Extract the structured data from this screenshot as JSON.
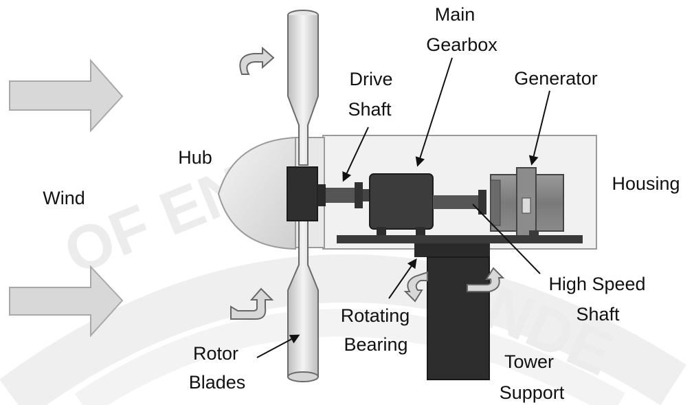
{
  "labels": {
    "main_gearbox_1": "Main",
    "main_gearbox_2": "Gearbox",
    "drive_shaft_1": "Drive",
    "drive_shaft_2": "Shaft",
    "generator": "Generator",
    "hub": "Hub",
    "housing": "Housing",
    "wind": "Wind",
    "high_speed_shaft_1": "High Speed",
    "high_speed_shaft_2": "Shaft",
    "rotating_bearing_1": "Rotating",
    "rotating_bearing_2": "Bearing",
    "rotor_blades_1": "Rotor",
    "rotor_blades_2": "Blades",
    "tower_support_1": "Tower",
    "tower_support_2": "Support"
  },
  "watermark": {
    "text_left": "OF ENGI",
    "text_right": "NDE"
  },
  "colors": {
    "arrow_fill": "#d8d8d8",
    "component_dark": "#3a3a3a",
    "housing_fill": "#f0f0f0",
    "watermark": "#eeeeee"
  },
  "icons": {
    "wind_arrows": "block-right-arrow",
    "rotation_arrows": "curved-arrow"
  }
}
